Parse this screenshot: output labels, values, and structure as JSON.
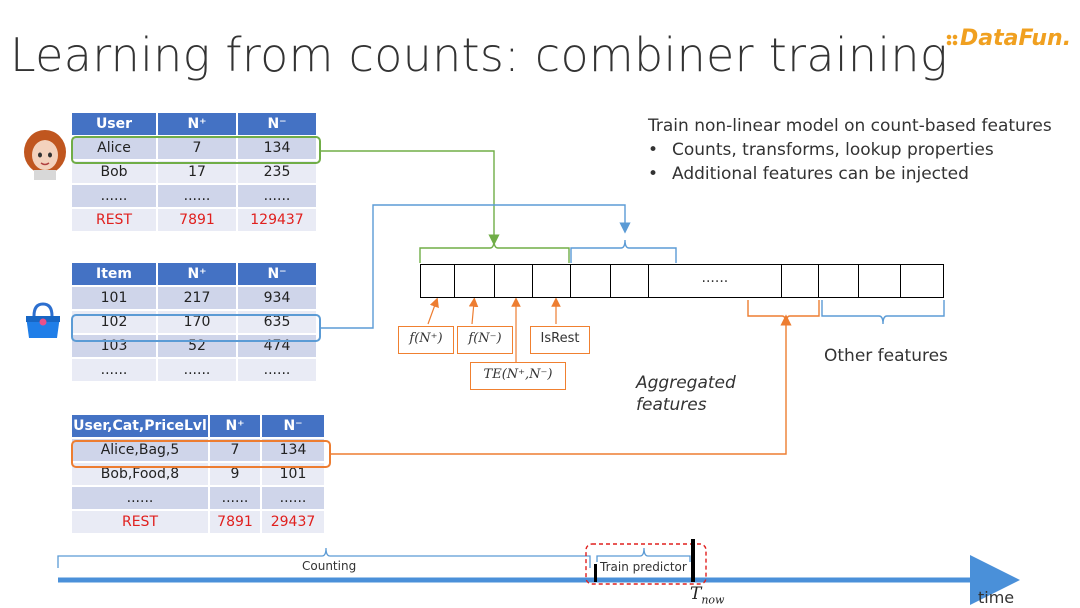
{
  "title": "Learning from counts: combiner training",
  "logo": "DataFun.",
  "user_table": {
    "headers": [
      "User",
      "N⁺",
      "N⁻"
    ],
    "rows": [
      [
        "Alice",
        "7",
        "134"
      ],
      [
        "Bob",
        "17",
        "235"
      ],
      [
        "......",
        "......",
        "......"
      ],
      [
        "REST",
        "7891",
        "129437"
      ]
    ]
  },
  "item_table": {
    "headers": [
      "Item",
      "N⁺",
      "N⁻"
    ],
    "rows": [
      [
        "101",
        "217",
        "934"
      ],
      [
        "102",
        "170",
        "635"
      ],
      [
        "103",
        "52",
        "474"
      ],
      [
        "......",
        "......",
        "......"
      ]
    ]
  },
  "combo_table": {
    "headers": [
      "User,Cat,PriceLvl",
      "N⁺",
      "N⁻"
    ],
    "rows": [
      [
        "Alice,Bag,5",
        "7",
        "134"
      ],
      [
        "Bob,Food,8",
        "9",
        "101"
      ],
      [
        "......",
        "......",
        "......"
      ],
      [
        "REST",
        "7891",
        "29437"
      ]
    ]
  },
  "description": {
    "heading": "Train non-linear model on count-based features",
    "bullets": [
      "Counts, transforms, lookup properties",
      "Additional features can be injected"
    ]
  },
  "feature_vector": {
    "ellipsis": "......"
  },
  "feature_labels": {
    "f_pos": "f(N⁺)",
    "f_neg": "f(N⁻)",
    "te": "TE(N⁺,N⁻)",
    "isrest": "IsRest"
  },
  "aggregated_label": [
    "Aggregated",
    "features"
  ],
  "other_features_label": "Other features",
  "timeline": {
    "counting": "Counting",
    "train_predictor": "Train predictor",
    "t_now": "T",
    "t_now_sub": "now",
    "time": "time"
  },
  "colors": {
    "header": "#4472c4",
    "row_dark": "#cfd5ea",
    "row_light": "#e9ebf5",
    "green": "#70ad47",
    "blue": "#5b9bd5",
    "orange": "#ed7d31",
    "red": "#e0201e"
  }
}
